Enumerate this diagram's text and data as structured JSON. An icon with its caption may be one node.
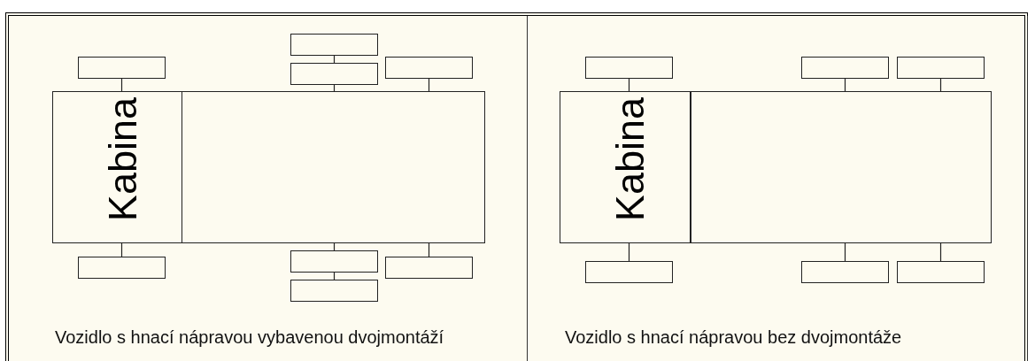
{
  "diagram": {
    "nodes": [
      {
        "text": [
          "Vozidlo s hnací nápravou vybavenou dvojmontáží"
        ]
      },
      {
        "text": [
          "Kabina"
        ],
        "in": 0
      },
      {
        "text": [],
        "shape": "box",
        "in": 0
      },
      {
        "text": [],
        "shape": "box",
        "in": 0
      },
      {
        "text": [],
        "shape": "box",
        "in": 0
      },
      {
        "text": [],
        "shape": "box",
        "in": 0
      },
      {
        "text": [],
        "shape": "box",
        "in": 0
      },
      {
        "text": [],
        "shape": "box",
        "in": 0
      },
      {
        "text": [],
        "shape": "box",
        "in": 0
      },
      {
        "text": [],
        "shape": "box",
        "in": 0
      },
      {
        "text": [],
        "shape": "box",
        "in": 0
      },
      {
        "text": [
          "Vozidlo s hnací nápravou bez dvojmontáže"
        ]
      },
      {
        "text": [
          "Kabina"
        ],
        "in": 11
      },
      {
        "text": [],
        "shape": "box",
        "in": 11
      },
      {
        "text": [],
        "shape": "box",
        "in": 11
      },
      {
        "text": [],
        "shape": "box",
        "in": 11
      },
      {
        "text": [],
        "shape": "box",
        "in": 11
      },
      {
        "text": [],
        "shape": "box",
        "in": 11
      },
      {
        "text": [],
        "shape": "box",
        "in": 11
      },
      {
        "text": [],
        "shape": "box",
        "in": 11
      }
    ],
    "edges": [
      {
        "from": 3,
        "to": 1,
        "arrow": "none"
      },
      {
        "from": 4,
        "to": 5,
        "arrow": "none"
      },
      {
        "from": 5,
        "to": 2,
        "arrow": "none"
      },
      {
        "from": 6,
        "to": 2,
        "arrow": "none"
      },
      {
        "from": 7,
        "to": 1,
        "arrow": "none"
      },
      {
        "from": 8,
        "to": 2,
        "arrow": "none"
      },
      {
        "from": 9,
        "to": 8,
        "arrow": "none"
      },
      {
        "from": 10,
        "to": 2,
        "arrow": "none"
      },
      {
        "from": 14,
        "to": 12,
        "arrow": "none"
      },
      {
        "from": 15,
        "to": 13,
        "arrow": "none"
      },
      {
        "from": 16,
        "to": 13,
        "arrow": "none"
      },
      {
        "from": 17,
        "to": 12,
        "arrow": "none"
      },
      {
        "from": 18,
        "to": 13,
        "arrow": "none"
      },
      {
        "from": 19,
        "to": 13,
        "arrow": "none"
      }
    ]
  }
}
